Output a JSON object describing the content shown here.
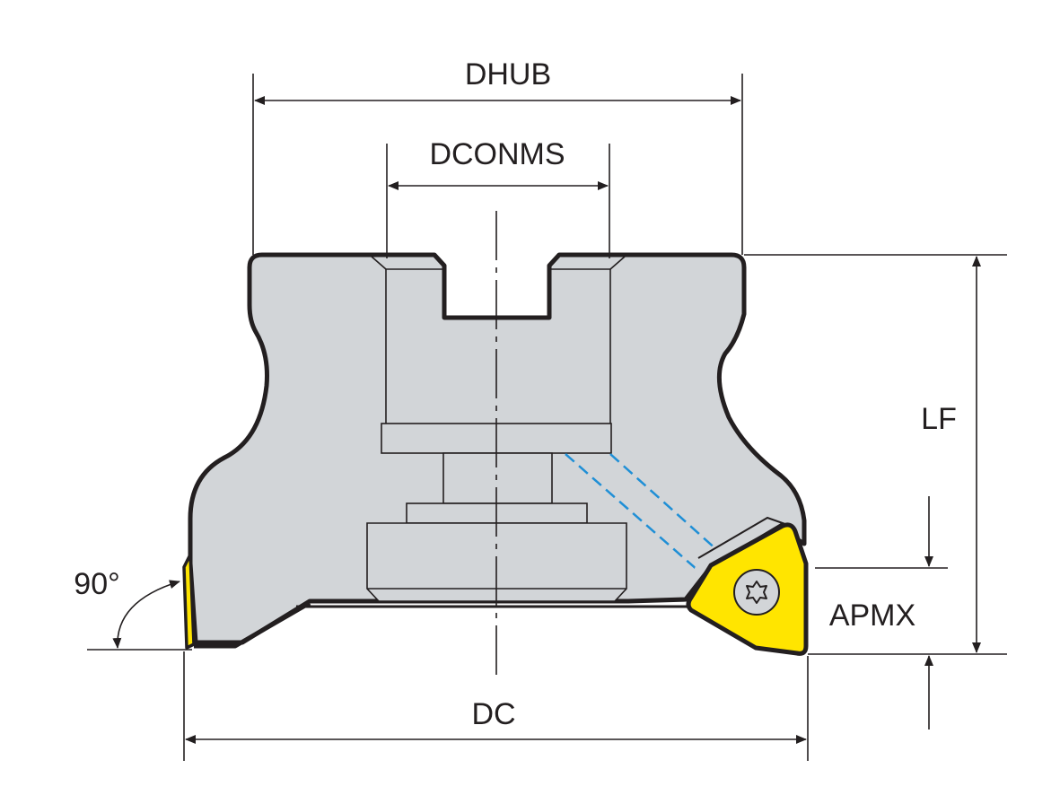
{
  "diagram": {
    "dimensions": {
      "dhub": "DHUB",
      "dconms": "DCONMS",
      "lf": "LF",
      "apmx": "APMX",
      "dc": "DC",
      "angle": "90°"
    }
  },
  "colors": {
    "body_fill": "#d2d5d8",
    "outline": "#231f20",
    "insert_fill": "#ffe500",
    "coolant_line": "#1f8fd6",
    "background": "#ffffff"
  }
}
